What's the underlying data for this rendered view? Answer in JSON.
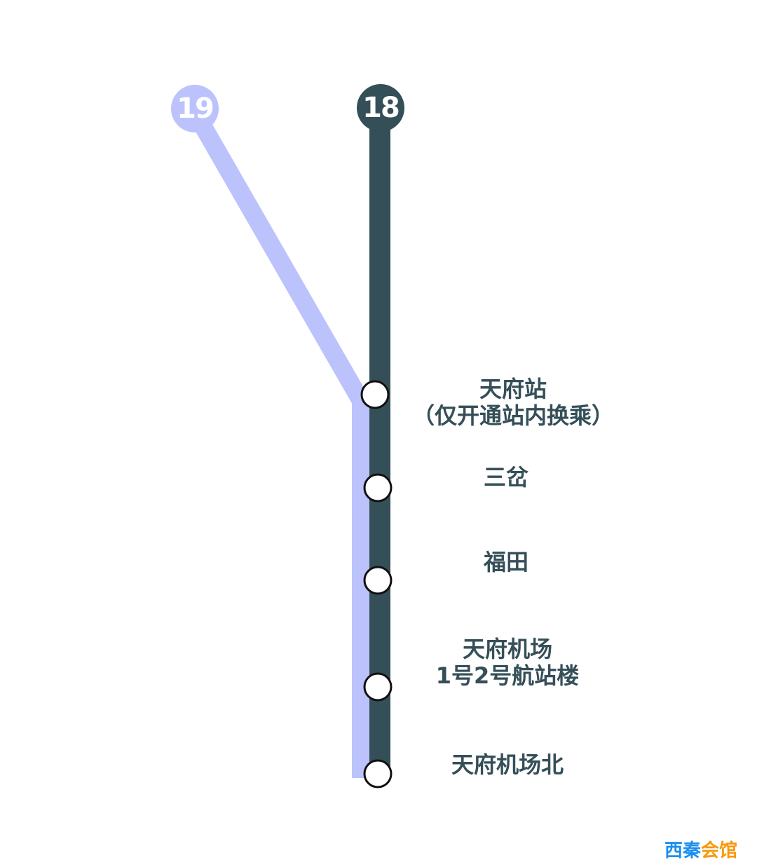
{
  "colors": {
    "line18": "#354f58",
    "line19": "#bcc2fc",
    "station_fill": "#ffffff",
    "station_stroke": "#111111",
    "label": "#354f58",
    "watermark_blue": "#1a8ff0",
    "watermark_orange": "#f7990c"
  },
  "lines": [
    {
      "id": "line-19",
      "badge": "19",
      "color": "#bcc2fc"
    },
    {
      "id": "line-18",
      "badge": "18",
      "color": "#354f58"
    }
  ],
  "stations": [
    {
      "name": "天府站",
      "note": "（仅开通站内换乘）"
    },
    {
      "name": "三岔"
    },
    {
      "name": "福田"
    },
    {
      "name": "天府机场",
      "note": "1号2号航站楼"
    },
    {
      "name": "天府机场北"
    }
  ],
  "watermark": {
    "part1": "西秦",
    "part2": "会馆"
  }
}
